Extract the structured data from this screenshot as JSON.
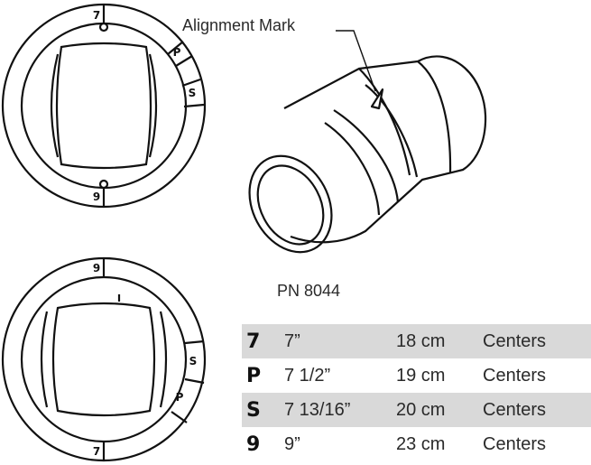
{
  "callout": {
    "label": "Alignment Mark"
  },
  "part_number": "PN 8044",
  "top_dial": {
    "markers": [
      {
        "key": "top",
        "letter": "7"
      },
      {
        "key": "p",
        "letter": "P"
      },
      {
        "key": "s",
        "letter": "S"
      },
      {
        "key": "bottom",
        "letter": "9"
      }
    ]
  },
  "bottom_dial": {
    "markers": [
      {
        "key": "top",
        "letter": "9"
      },
      {
        "key": "s",
        "letter": "S"
      },
      {
        "key": "p",
        "letter": "P"
      },
      {
        "key": "bottom",
        "letter": "7"
      }
    ]
  },
  "spec_table": {
    "rows": [
      {
        "code": "7",
        "inches": "7”",
        "cm": "18 cm",
        "label": "Centers"
      },
      {
        "code": "P",
        "inches": "7 1/2”",
        "cm": "19 cm",
        "label": "Centers"
      },
      {
        "code": "S",
        "inches": "7 13/16”",
        "cm": "20 cm",
        "label": "Centers"
      },
      {
        "code": "9",
        "inches": "9”",
        "cm": "23 cm",
        "label": "Centers"
      }
    ]
  }
}
